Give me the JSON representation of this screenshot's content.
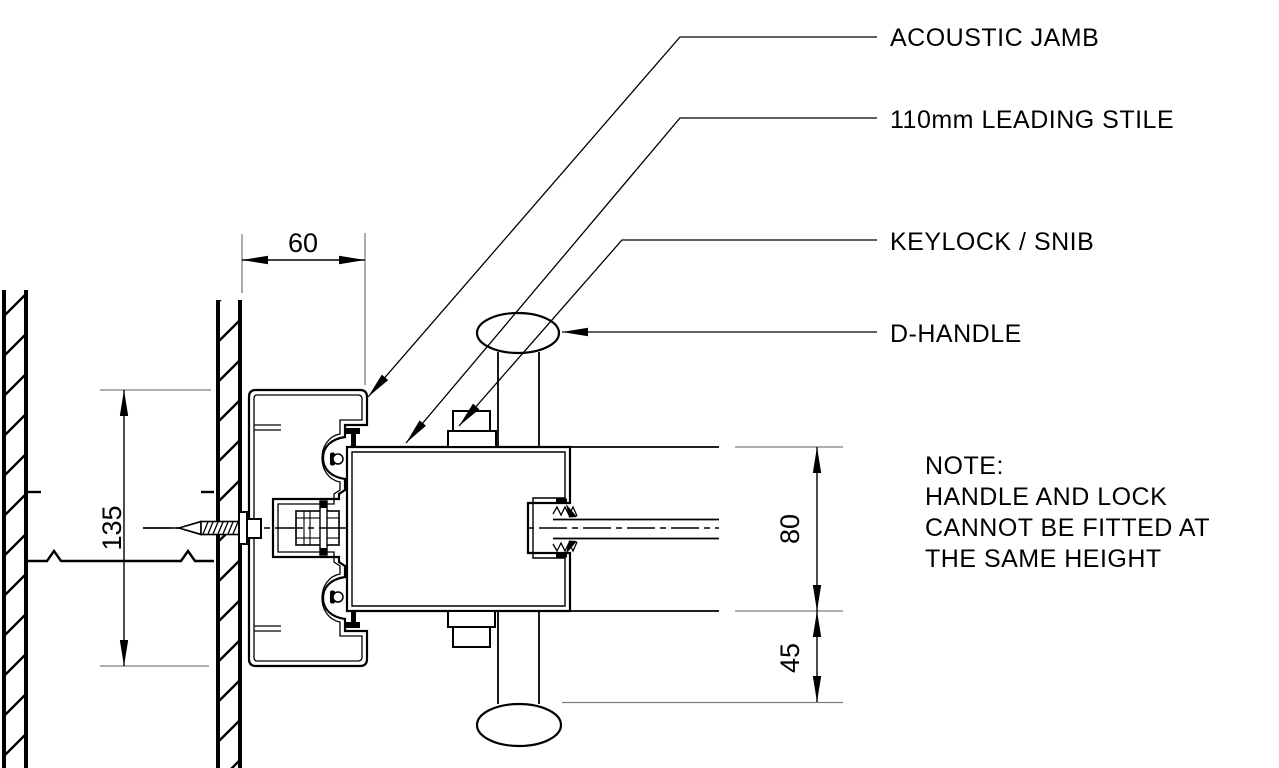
{
  "drawing": {
    "title_context": "cavity slider acoustic jamb plan detail",
    "callouts": [
      {
        "id": "acoustic-jamb",
        "text": "ACOUSTIC JAMB"
      },
      {
        "id": "leading-stile",
        "text": "110mm LEADING STILE"
      },
      {
        "id": "keylock-snib",
        "text": "KEYLOCK / SNIB"
      },
      {
        "id": "d-handle",
        "text": "D-HANDLE"
      }
    ],
    "dimensions": {
      "jamb_width": "60",
      "jamb_depth": "135",
      "stile_depth": "80",
      "handle_offset": "45"
    },
    "note": {
      "title": "NOTE:",
      "line1": "HANDLE AND LOCK",
      "line2": "CANNOT BE FITTED AT",
      "line3": "THE SAME HEIGHT"
    },
    "colors": {
      "line": "#000000",
      "extension_line": "#7f7f7f",
      "background": "#ffffff"
    }
  }
}
